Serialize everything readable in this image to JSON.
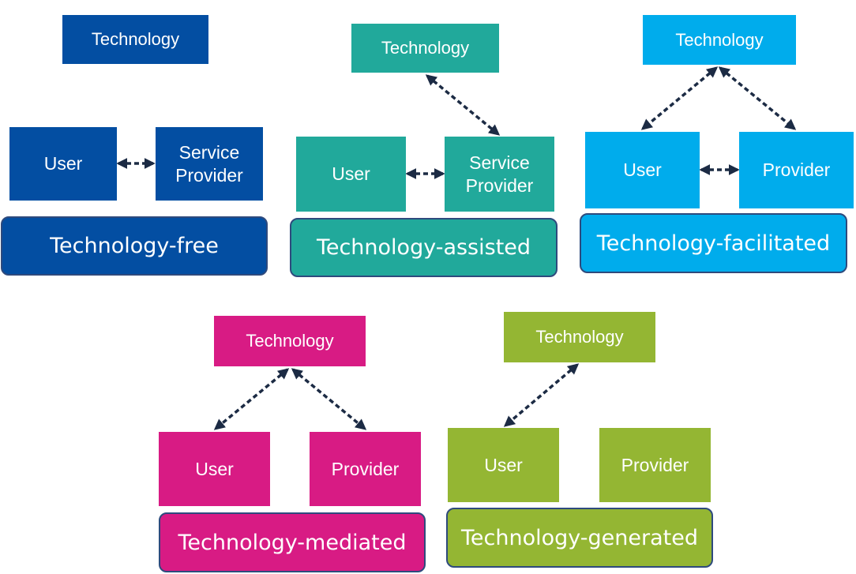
{
  "colors": {
    "free": "#034ea2",
    "assisted": "#21a99b",
    "facilitated": "#00acec",
    "mediated": "#d81b84",
    "generated": "#94b633",
    "arrow": "#1c2b44"
  },
  "panels": {
    "free": {
      "technology": "Technology",
      "user": "User",
      "provider": "Service\nProvider",
      "label": "Technology-free"
    },
    "assisted": {
      "technology": "Technology",
      "user": "User",
      "provider": "Service\nProvider",
      "label": "Technology-assisted"
    },
    "facilitated": {
      "technology": "Technology",
      "user": "User",
      "provider": "Provider",
      "label": "Technology-facilitated"
    },
    "mediated": {
      "technology": "Technology",
      "user": "User",
      "provider": "Provider",
      "label": "Technology-mediated"
    },
    "generated": {
      "technology": "Technology",
      "user": "User",
      "provider": "Provider",
      "label": "Technology-generated"
    }
  }
}
